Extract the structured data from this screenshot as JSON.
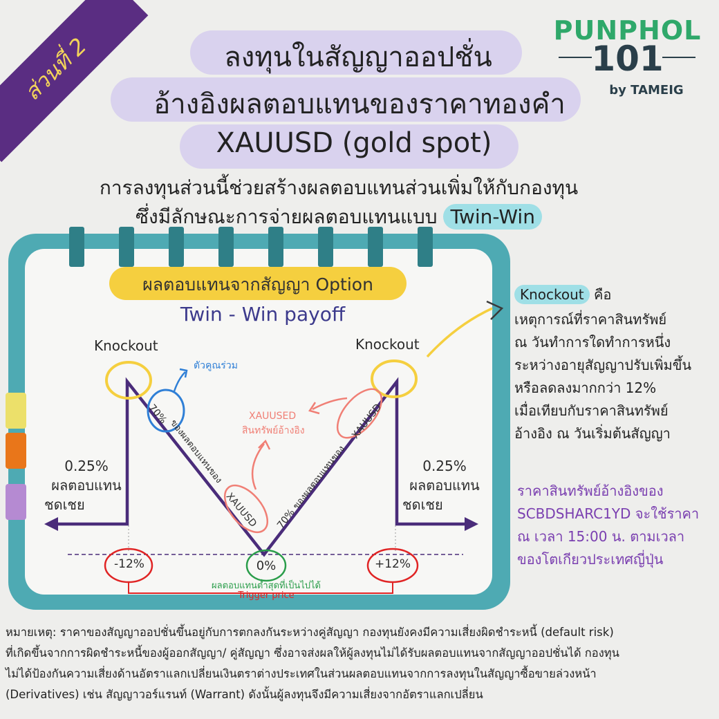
{
  "header": {
    "section_badge": "ส่วนที่ 2",
    "title_line1": "ลงทุนในสัญญาออปชั่น",
    "title_line2": "อ้างอิงผลตอบแทนของราคาทองคำ",
    "title_line3": "XAUUSD (gold spot)",
    "subtitle_line1": "การลงทุนส่วนนี้ช่วยสร้างผลตอบแทนส่วนเพิ่มให้กับกองทุน",
    "subtitle_line2_prefix": "ซึ่งมีลักษณะการจ่ายผลตอบแทนแบบ",
    "subtitle_line2_highlight": "Twin-Win"
  },
  "logo": {
    "brand_top": "PUNPHOL",
    "brand_num": "101",
    "brand_by": "by TAMEIG"
  },
  "diagram": {
    "option_label": "ผลตอบแทนจากสัญญา Option",
    "payoff_title": "Twin - Win payoff",
    "knockout_left": "Knockout",
    "knockout_right": "Knockout",
    "participation_label": "ตัวคูณร่วม",
    "participation_pct": "70%",
    "left_slope_text": "ของผลตอบแทนของ",
    "xauusd_tag": "XAUUSD",
    "right_slope_pct": "70%",
    "right_slope_text": "ของผลตอบแทนของ",
    "xauused_label": "XAUUSED",
    "underlying_label": "สินทรัพย์อ้างอิง",
    "rebate_pct": "0.25%",
    "rebate_line1": "ผลตอบแทน",
    "rebate_line2": "ชดเชย",
    "minus12": "-12%",
    "zero": "0%",
    "plus12": "+12%",
    "min_return": "ผลตอบแทนต่ำสุดที่เป็นไปได้",
    "trigger": "Trigger price"
  },
  "side_info": {
    "knockout_term": "Knockout",
    "knockout_is": "คือ",
    "lines": [
      "เหตุการณ์ที่ราคาสินทรัพย์",
      "ณ วันทำการใดทำการหนึ่ง",
      "ระหว่างอายุสัญญาปรับเพิ่มขึ้น",
      "หรือลดลงมากกว่า 12%",
      "เมื่อเทียบกับราคาสินทรัพย์",
      "อ้างอิง ณ วันเริ่มต้นสัญญา"
    ],
    "ref_lines": [
      "ราคาสินทรัพย์อ้างอิงของ",
      "SCBDSHARC1YD จะใช้ราคา",
      "ณ เวลา 15:00 น. ตามเวลา",
      "ของโตเกียวประเทศญี่ปุ่น"
    ]
  },
  "footnote": {
    "lines": [
      "หมายเหตุ: ราคาของสัญญาออปชั่นขึ้นอยู่กับการตกลงกันระหว่างคู่สัญญา กองทุนยังคงมีความเสี่ยงผิดชำระหนี้ (default risk)",
      "ที่เกิดขึ้นจากการผิดชำระหนี้ของผู้ออกสัญญา/ คู่สัญญา ซึ่งอาจส่งผลให้ผู้ลงทุนไม่ได้รับผลตอบแทนจากสัญญาออปชั่นได้ กองทุน",
      "ไม่ได้ป้องกันความเสี่ยงด้านอัตราแลกเปลี่ยนเงินตราต่างประเทศในส่วนผลตอบแทนจากการลงทุนในสัญญาซื้อขายล่วงหน้า",
      "(Derivatives) เช่น สัญญาวอร์แรนท์ (Warrant) ดังนั้นผู้ลงทุนจึงมีความเสี่ยงจากอัตราแลกเปลี่ยน"
    ]
  },
  "colors": {
    "purple_line": "#4a2c7a",
    "teal_frame": "#4eaab3",
    "badge_purple": "#5a2d82",
    "badge_text": "#f3d45a",
    "yellow_label": "#f5cf3f",
    "red_circle": "#e02424",
    "green_circle": "#2a9d4a",
    "blue_circle": "#2f7fd6",
    "salmon": "#f07f75",
    "logo_green": "#2fa86a",
    "logo_dark": "#2a3f4a",
    "ref_text_purple": "#7a3fb0"
  }
}
